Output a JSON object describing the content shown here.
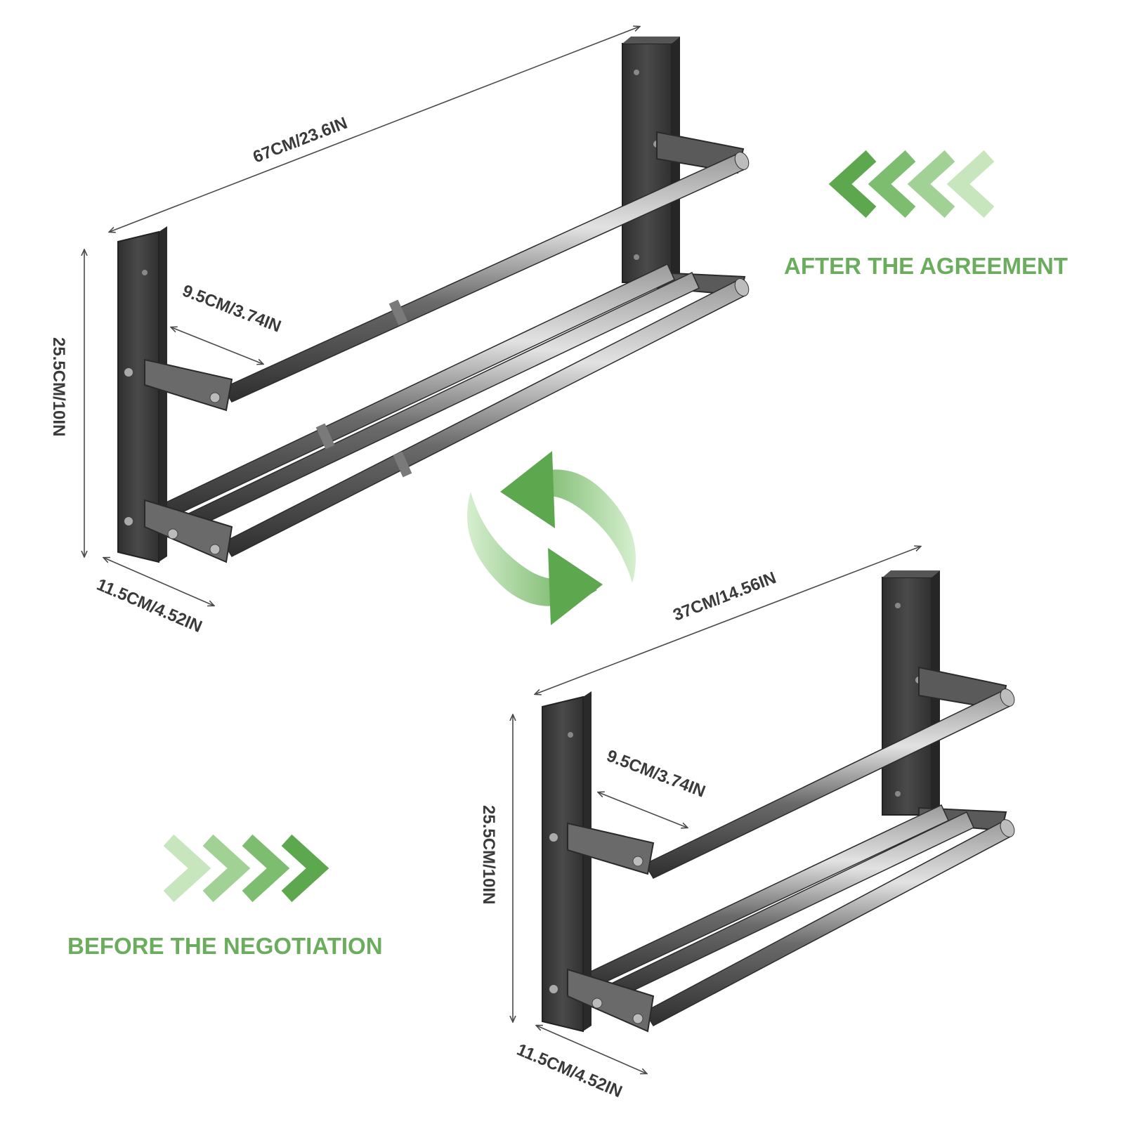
{
  "colors": {
    "accent_green": "#6aad5c",
    "metal_dark": "#3d3d3d",
    "metal_mid": "#6e6e6e",
    "metal_light": "#bdbdbd"
  },
  "expanded": {
    "caption": "AFTER THE AGREEMENT",
    "width_label": "67CM/23.6IN",
    "height_label": "25.5CM/10IN",
    "depth_label": "11.5CM/4.52IN",
    "spacing_label": "9.5CM/3.74IN",
    "chevron_icon": "chevrons-left-icon"
  },
  "retracted": {
    "caption": "BEFORE THE NEGOTIATION",
    "width_label": "37CM/14.56IN",
    "height_label": "25.5CM/10IN",
    "depth_label": "11.5CM/4.52IN",
    "spacing_label": "9.5CM/3.74IN",
    "chevron_icon": "chevrons-right-icon"
  },
  "center_icon": "refresh-cycle-icon"
}
